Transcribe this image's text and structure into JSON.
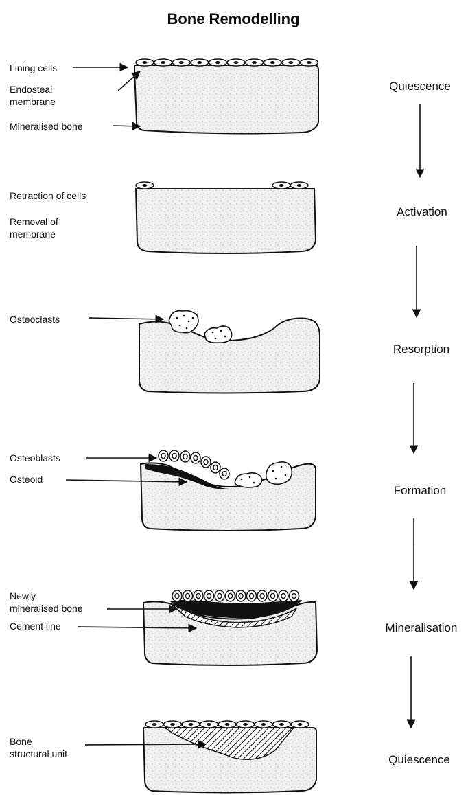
{
  "title": "Bone Remodelling",
  "panels": [
    {
      "labels": [
        "Lining cells",
        "Endosteal",
        "membrane",
        "Mineralised bone"
      ],
      "stage": "Quiescence"
    },
    {
      "labels": [
        "Retraction of cells",
        "Removal of",
        "membrane"
      ],
      "stage": "Activation"
    },
    {
      "labels": [
        "Osteoclasts"
      ],
      "stage": "Resorption"
    },
    {
      "labels": [
        "Osteoblasts",
        "Osteoid"
      ],
      "stage": "Formation"
    },
    {
      "labels": [
        "Newly",
        "mineralised bone",
        "Cement line"
      ],
      "stage": "Mineralisation"
    },
    {
      "labels": [
        "Bone",
        "structural unit"
      ],
      "stage": "Quiescence"
    }
  ],
  "icons": [
    "lining-cell-icon",
    "osteoclast-icon",
    "osteoblast-icon",
    "down-arrow-icon"
  ]
}
